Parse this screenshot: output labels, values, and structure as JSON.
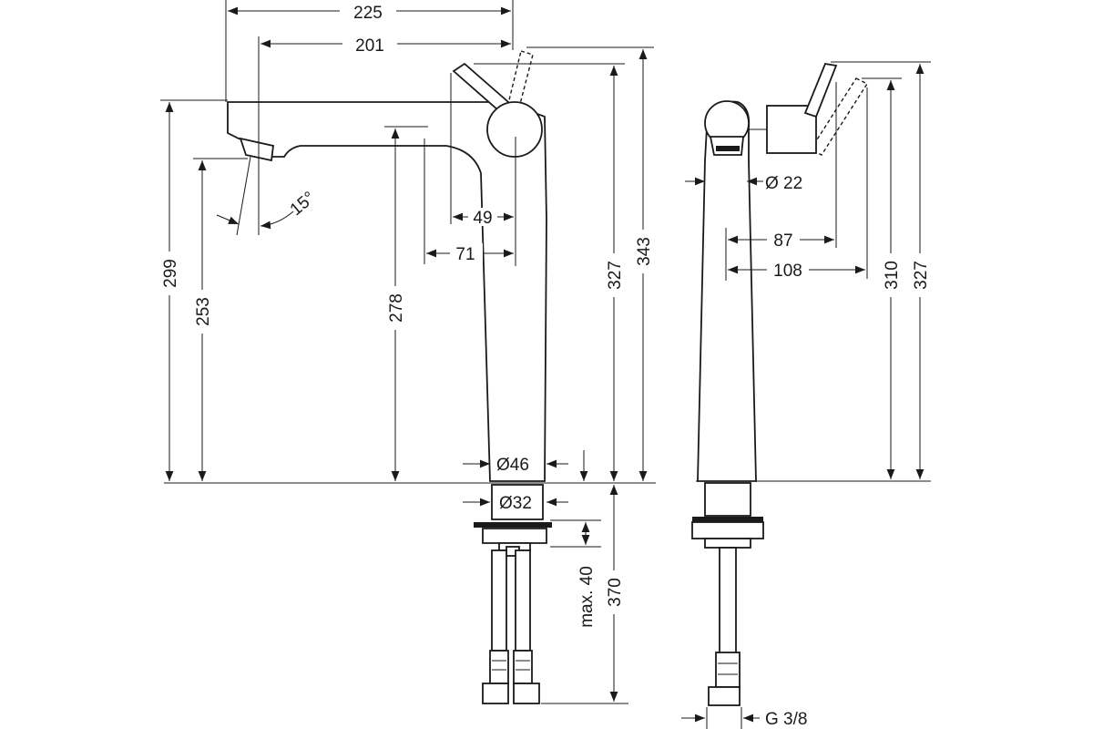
{
  "dimensions": {
    "front": {
      "d225": "225",
      "d201": "201",
      "d49": "49",
      "d71": "71",
      "d299": "299",
      "d253": "253",
      "d278": "278",
      "d327": "327",
      "d343": "343",
      "angle": "15°",
      "dia46": "Ø46",
      "dia32": "Ø32",
      "max40": "max. 40",
      "d370": "370"
    },
    "side": {
      "dia22": "Ø 22",
      "d87": "87",
      "d108": "108",
      "d310": "310",
      "d327": "327",
      "thread": "G 3/8"
    }
  },
  "colors": {
    "line": "#1a1a1a",
    "background": "#ffffff"
  }
}
